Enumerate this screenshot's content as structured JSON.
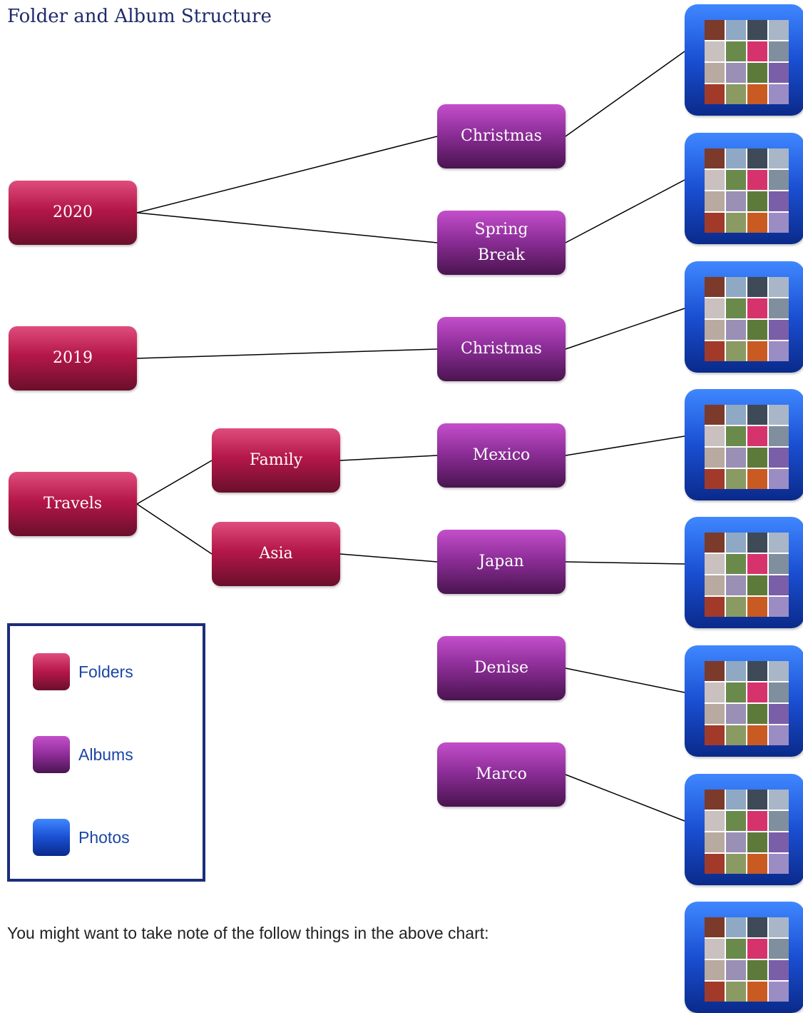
{
  "title": "Folder and Album Structure",
  "folders": [
    {
      "id": "f2020",
      "label": "2020"
    },
    {
      "id": "f2019",
      "label": "2019"
    },
    {
      "id": "ftravels",
      "label": "Travels"
    },
    {
      "id": "ffamily",
      "label": "Family"
    },
    {
      "id": "fasia",
      "label": "Asia"
    }
  ],
  "albums": [
    {
      "id": "a-christmas-2020",
      "label": "Christmas"
    },
    {
      "id": "a-spring-break",
      "label": "Spring Break"
    },
    {
      "id": "a-christmas-2019",
      "label": "Christmas"
    },
    {
      "id": "a-mexico",
      "label": "Mexico"
    },
    {
      "id": "a-japan",
      "label": "Japan"
    },
    {
      "id": "a-denise",
      "label": "Denise"
    },
    {
      "id": "a-marco",
      "label": "Marco"
    }
  ],
  "photo_icon_count": 8,
  "edges": [
    [
      "f2020",
      "a-christmas-2020"
    ],
    [
      "f2020",
      "a-spring-break"
    ],
    [
      "f2019",
      "a-christmas-2019"
    ],
    [
      "ftravels",
      "ffamily"
    ],
    [
      "ftravels",
      "fasia"
    ],
    [
      "ffamily",
      "a-mexico"
    ],
    [
      "fasia",
      "a-japan"
    ],
    [
      "a-christmas-2020",
      "p0"
    ],
    [
      "a-spring-break",
      "p1"
    ],
    [
      "a-christmas-2019",
      "p2"
    ],
    [
      "a-mexico",
      "p3"
    ],
    [
      "a-japan",
      "p4"
    ],
    [
      "a-denise",
      "p5"
    ],
    [
      "a-marco",
      "p6"
    ]
  ],
  "legend": {
    "folders": "Folders",
    "albums": "Albums",
    "photos": "Photos"
  },
  "colors": {
    "folder": "#b5174a",
    "album": "#8e2e99",
    "photo": "#1a4fd2",
    "title": "#1f2a6b",
    "legend_border": "#1b2e7a",
    "legend_text": "#1b46a6"
  },
  "note": "You might want to take note of the follow things in the above chart:"
}
